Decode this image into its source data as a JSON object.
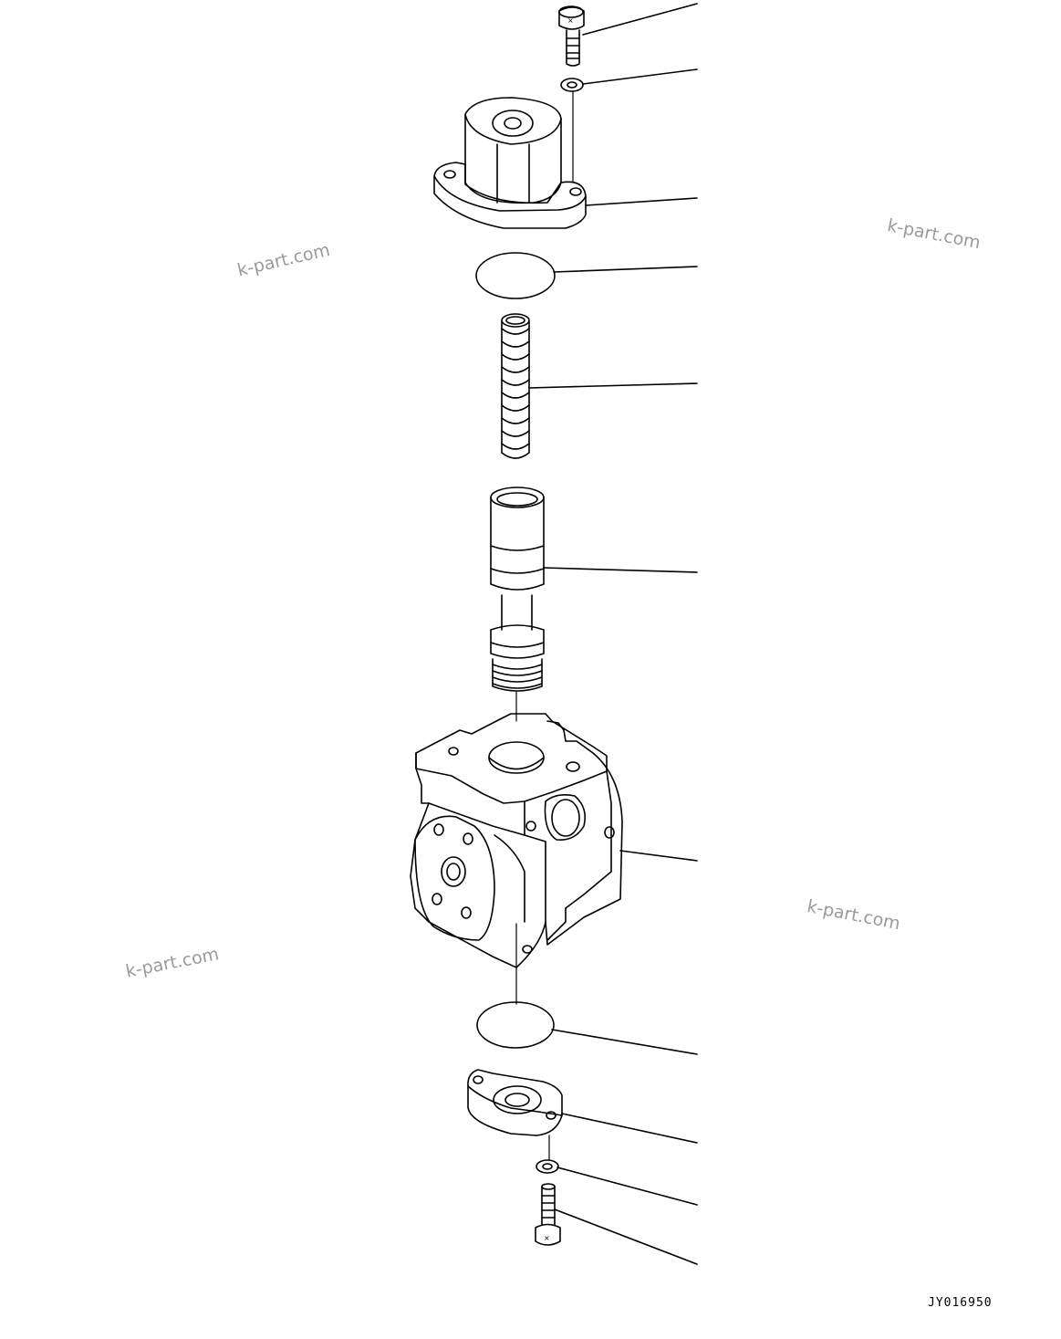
{
  "diagram": {
    "drawing_code": "JY016950",
    "watermarks": [
      "k-part.com",
      "k-part.com",
      "k-part.com",
      "k-part.com"
    ],
    "parts": [
      {
        "name": "cap-screw-top"
      },
      {
        "name": "washer-top"
      },
      {
        "name": "cover-top"
      },
      {
        "name": "o-ring-top"
      },
      {
        "name": "spring"
      },
      {
        "name": "spool-piston"
      },
      {
        "name": "valve-body"
      },
      {
        "name": "o-ring-bottom"
      },
      {
        "name": "cover-bottom"
      },
      {
        "name": "washer-bottom"
      },
      {
        "name": "cap-screw-bottom"
      }
    ]
  }
}
